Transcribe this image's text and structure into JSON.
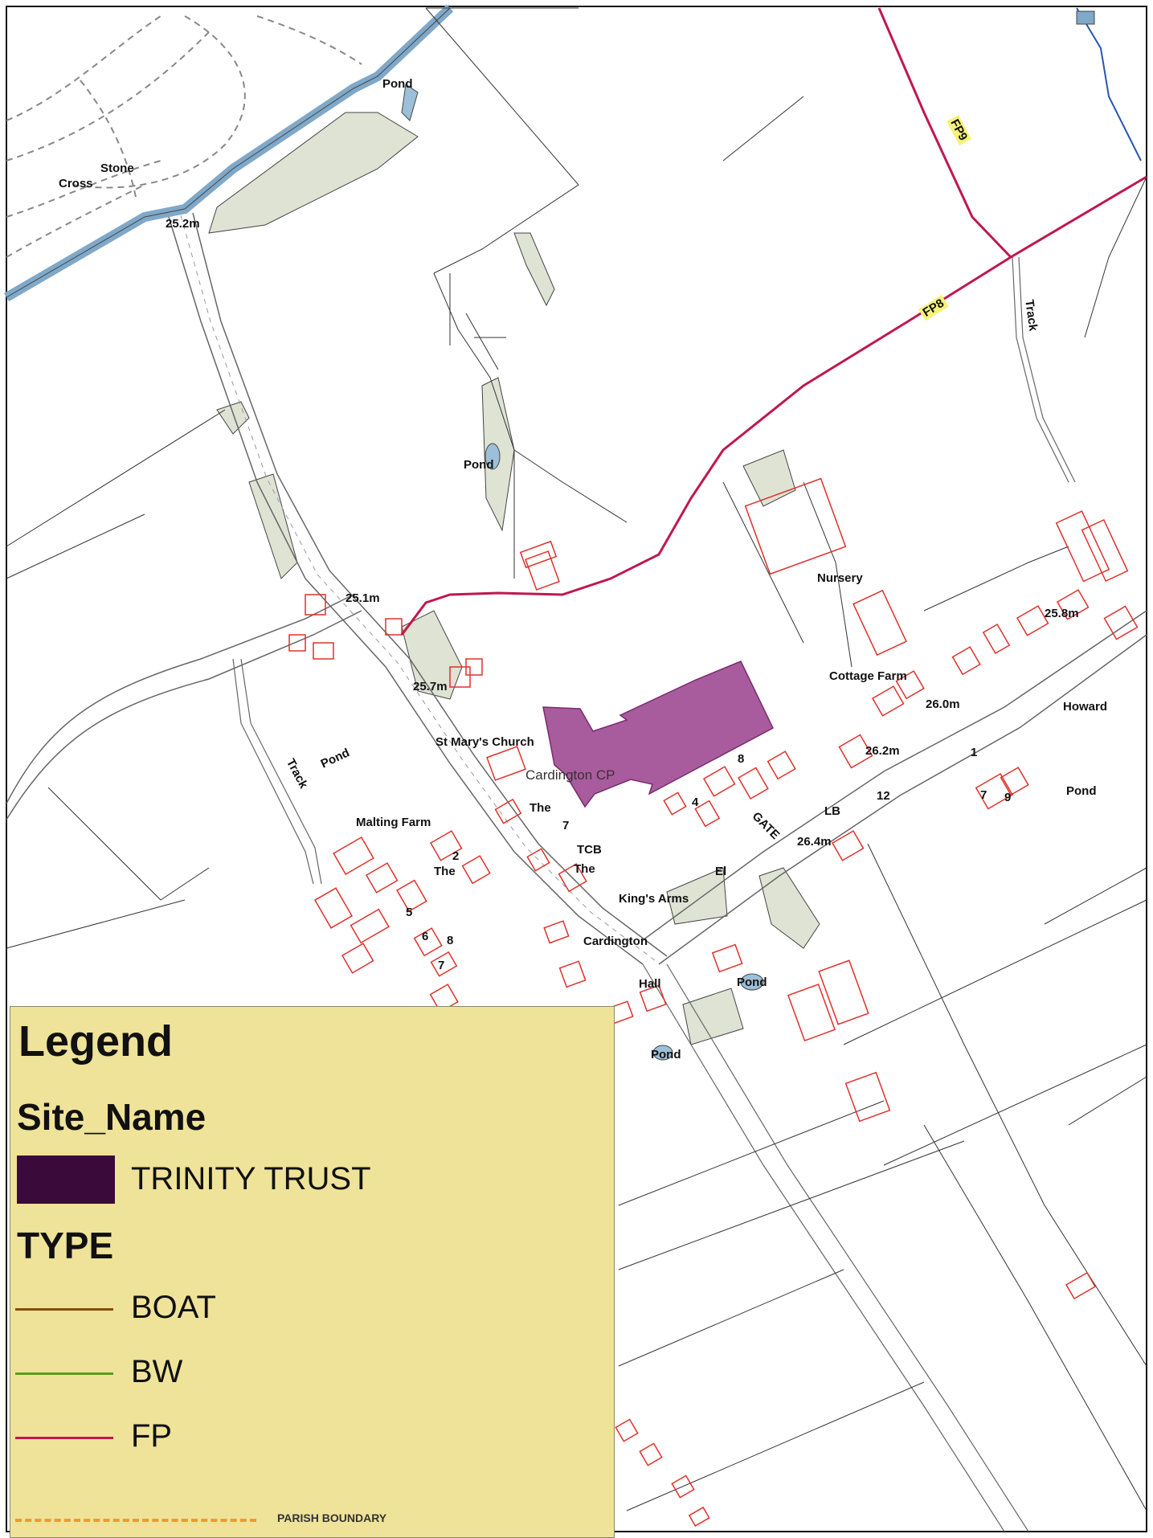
{
  "map": {
    "site_label": "Cardington CP",
    "place_labels": {
      "pond_nw": "Pond",
      "cross": "Cross",
      "stone": "Stone",
      "spot_252": "25.2m",
      "pond_center": "Pond",
      "spot_251": "25.1m",
      "spot_257": "25.7m",
      "st_marys": "St Mary's Church",
      "pond_left": "Pond",
      "track_left": "Track",
      "malting_farm": "Malting Farm",
      "the_1": "The",
      "the_2": "The",
      "the_3": "The",
      "tcb": "TCB",
      "kings_arms": "King's Arms",
      "cardington": "Cardington",
      "hall": "Hall",
      "pond_south": "Pond",
      "pond_south2": "Pond",
      "el": "El",
      "gate": "GATE",
      "lb": "LB",
      "spot_264": "26.4m",
      "spot_262": "26.2m",
      "spot_260": "26.0m",
      "cottage_farm": "Cottage Farm",
      "nursery": "Nursery",
      "spot_258": "25.8m",
      "howard": "Howard",
      "pond_east": "Pond",
      "track_right": "Track",
      "fp8": "FP8",
      "fp9": "FP9",
      "num_1": "1",
      "num_2": "2",
      "num_4": "4",
      "num_5": "5",
      "num_6": "6",
      "num_7a": "7",
      "num_7b": "7",
      "num_7c": "7",
      "num_8a": "8",
      "num_8b": "8",
      "num_9": "9",
      "num_12": "12"
    },
    "colors": {
      "site_fill": "#a04a92",
      "footpath": "#c0174f",
      "building": "#e0302a",
      "river": "#7fa8c9",
      "green": "#dfe3d4",
      "outline": "#444444"
    }
  },
  "legend": {
    "title": "Legend",
    "site_heading": "Site_Name",
    "site_item": "TRINITY TRUST",
    "type_heading": "TYPE",
    "types": [
      {
        "label": "BOAT",
        "color": "#8a4a0a"
      },
      {
        "label": "BW",
        "color": "#5a9e1a"
      },
      {
        "label": "FP",
        "color": "#c0174f"
      }
    ],
    "parish_boundary": "PARISH BOUNDARY",
    "site_swatch_color": "#3a0a3a"
  }
}
